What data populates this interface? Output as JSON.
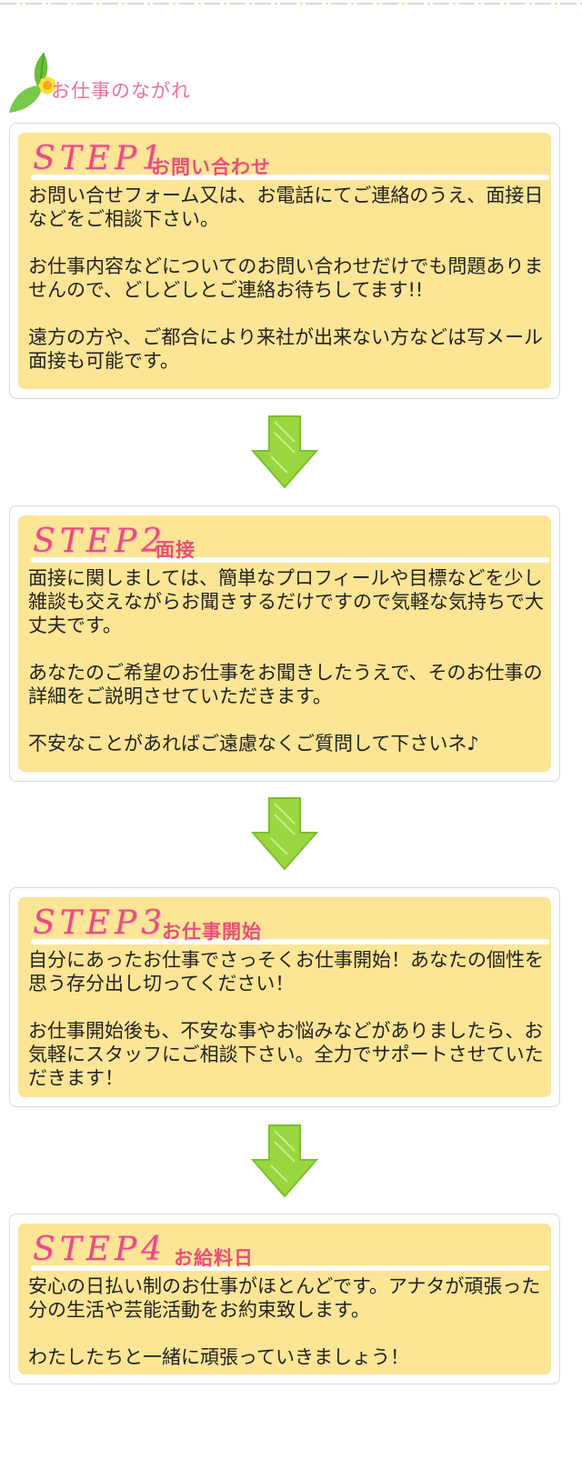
{
  "header": {
    "title": "お仕事のながれ"
  },
  "steps": [
    {
      "label": "STEP1",
      "title": "お問い合わせ",
      "paragraphs": [
        "お問い合せフォーム又は、お電話にてご連絡のうえ、面接日などをご相談下さい。",
        "お仕事内容などについてのお問い合わせだけでも問題ありませんので、どしどしとご連絡お待ちしてます!!",
        "遠方の方や、ご都合により来社が出来ない方などは写メール面接も可能です。"
      ]
    },
    {
      "label": "STEP2",
      "title": "面接",
      "paragraphs": [
        "面接に関しましては、簡単なプロフィールや目標などを少し雑談も交えながらお聞きするだけですので気軽な気持ちで大丈夫です。",
        "あなたのご希望のお仕事をお聞きしたうえで、そのお仕事の詳細をご説明させていただきます。",
        "不安なことがあればご遠慮なくご質問して下さいネ♪"
      ]
    },
    {
      "label": "STEP3",
      "title": "お仕事開始",
      "paragraphs": [
        "自分にあったお仕事でさっそくお仕事開始！あなたの個性を思う存分出し切ってください！",
        "お仕事開始後も、不安な事やお悩みなどがありましたら、お気軽にスタッフにご相談下さい。全力でサポートさせていただきます！"
      ]
    },
    {
      "label": "STEP4",
      "title": "お給料日",
      "paragraphs": [
        "安心の日払い制のお仕事がほとんどです。アナタが頑張った分の生活や芸能活動をお約束致します。",
        "わたしたちと一緒に頑張っていきましょう！"
      ]
    }
  ],
  "colors": {
    "accent": "#e84e7b",
    "box": "#fde596",
    "arrow": "#9ad63f"
  },
  "icons": {
    "header": "leaf-flower-icon",
    "arrow": "down-arrow-icon"
  }
}
